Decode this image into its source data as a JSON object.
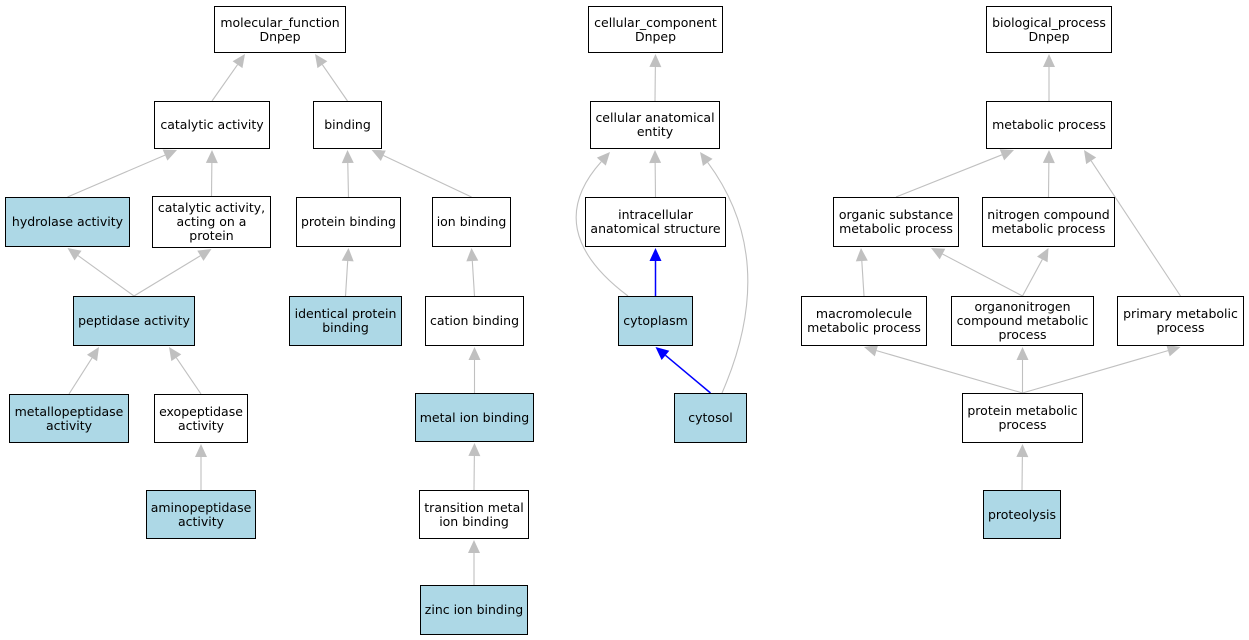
{
  "colors": {
    "highlight_fill": "#add8e6",
    "default_fill": "#ffffff",
    "edge": "#c0c0c0",
    "edge_highlight": "#0000ff",
    "border": "#000000"
  },
  "nodes": {
    "mf_root": {
      "label": "molecular_function\nDnpep",
      "highlighted": false
    },
    "catalytic": {
      "label": "catalytic activity",
      "highlighted": false
    },
    "binding": {
      "label": "binding",
      "highlighted": false
    },
    "hydrolase": {
      "label": "hydrolase activity",
      "highlighted": true
    },
    "cat_protein": {
      "label": "catalytic activity,\nacting on a\nprotein",
      "highlighted": false
    },
    "protein_binding": {
      "label": "protein binding",
      "highlighted": false
    },
    "ion_binding": {
      "label": "ion binding",
      "highlighted": false
    },
    "peptidase": {
      "label": "peptidase activity",
      "highlighted": true
    },
    "identical_protein": {
      "label": "identical protein\nbinding",
      "highlighted": true
    },
    "cation_binding": {
      "label": "cation binding",
      "highlighted": false
    },
    "metallopeptidase": {
      "label": "metallopeptidase\nactivity",
      "highlighted": true
    },
    "exopeptidase": {
      "label": "exopeptidase\nactivity",
      "highlighted": false
    },
    "metal_ion": {
      "label": "metal ion binding",
      "highlighted": true
    },
    "aminopeptidase": {
      "label": "aminopeptidase\nactivity",
      "highlighted": true
    },
    "transition_metal": {
      "label": "transition metal\nion binding",
      "highlighted": false
    },
    "zinc_ion": {
      "label": "zinc ion binding",
      "highlighted": true
    },
    "cc_root": {
      "label": "cellular_component\nDnpep",
      "highlighted": false
    },
    "cae": {
      "label": "cellular anatomical\nentity",
      "highlighted": false
    },
    "intracellular": {
      "label": "intracellular\nanatomical structure",
      "highlighted": false
    },
    "cytoplasm": {
      "label": "cytoplasm",
      "highlighted": true
    },
    "cytosol": {
      "label": "cytosol",
      "highlighted": true
    },
    "bp_root": {
      "label": "biological_process\nDnpep",
      "highlighted": false
    },
    "metabolic": {
      "label": "metabolic process",
      "highlighted": false
    },
    "organic": {
      "label": "organic substance\nmetabolic process",
      "highlighted": false
    },
    "nitrogen": {
      "label": "nitrogen compound\nmetabolic process",
      "highlighted": false
    },
    "macromolecule": {
      "label": "macromolecule\nmetabolic process",
      "highlighted": false
    },
    "organonitrogen": {
      "label": "organonitrogen\ncompound metabolic\nprocess",
      "highlighted": false
    },
    "primary": {
      "label": "primary metabolic\nprocess",
      "highlighted": false
    },
    "protein_metabolic": {
      "label": "protein metabolic\nprocess",
      "highlighted": false
    },
    "proteolysis": {
      "label": "proteolysis",
      "highlighted": true
    }
  },
  "edges": [
    {
      "from": "catalytic",
      "to": "mf_root"
    },
    {
      "from": "binding",
      "to": "mf_root"
    },
    {
      "from": "hydrolase",
      "to": "catalytic"
    },
    {
      "from": "cat_protein",
      "to": "catalytic"
    },
    {
      "from": "protein_binding",
      "to": "binding"
    },
    {
      "from": "ion_binding",
      "to": "binding"
    },
    {
      "from": "peptidase",
      "to": "hydrolase"
    },
    {
      "from": "peptidase",
      "to": "cat_protein"
    },
    {
      "from": "identical_protein",
      "to": "protein_binding"
    },
    {
      "from": "cation_binding",
      "to": "ion_binding"
    },
    {
      "from": "metallopeptidase",
      "to": "peptidase"
    },
    {
      "from": "exopeptidase",
      "to": "peptidase"
    },
    {
      "from": "metal_ion",
      "to": "cation_binding"
    },
    {
      "from": "aminopeptidase",
      "to": "exopeptidase"
    },
    {
      "from": "transition_metal",
      "to": "metal_ion"
    },
    {
      "from": "zinc_ion",
      "to": "transition_metal"
    },
    {
      "from": "cae",
      "to": "cc_root"
    },
    {
      "from": "intracellular",
      "to": "cae"
    },
    {
      "from": "cytoplasm",
      "to": "intracellular",
      "highlighted": true
    },
    {
      "from": "cytoplasm",
      "to": "cae"
    },
    {
      "from": "cytosol",
      "to": "cytoplasm",
      "highlighted": true
    },
    {
      "from": "cytosol",
      "to": "cae"
    },
    {
      "from": "metabolic",
      "to": "bp_root"
    },
    {
      "from": "organic",
      "to": "metabolic"
    },
    {
      "from": "nitrogen",
      "to": "metabolic"
    },
    {
      "from": "primary",
      "to": "metabolic"
    },
    {
      "from": "macromolecule",
      "to": "organic"
    },
    {
      "from": "organonitrogen",
      "to": "organic"
    },
    {
      "from": "organonitrogen",
      "to": "nitrogen"
    },
    {
      "from": "protein_metabolic",
      "to": "macromolecule"
    },
    {
      "from": "protein_metabolic",
      "to": "organonitrogen"
    },
    {
      "from": "protein_metabolic",
      "to": "primary"
    },
    {
      "from": "proteolysis",
      "to": "protein_metabolic"
    }
  ]
}
